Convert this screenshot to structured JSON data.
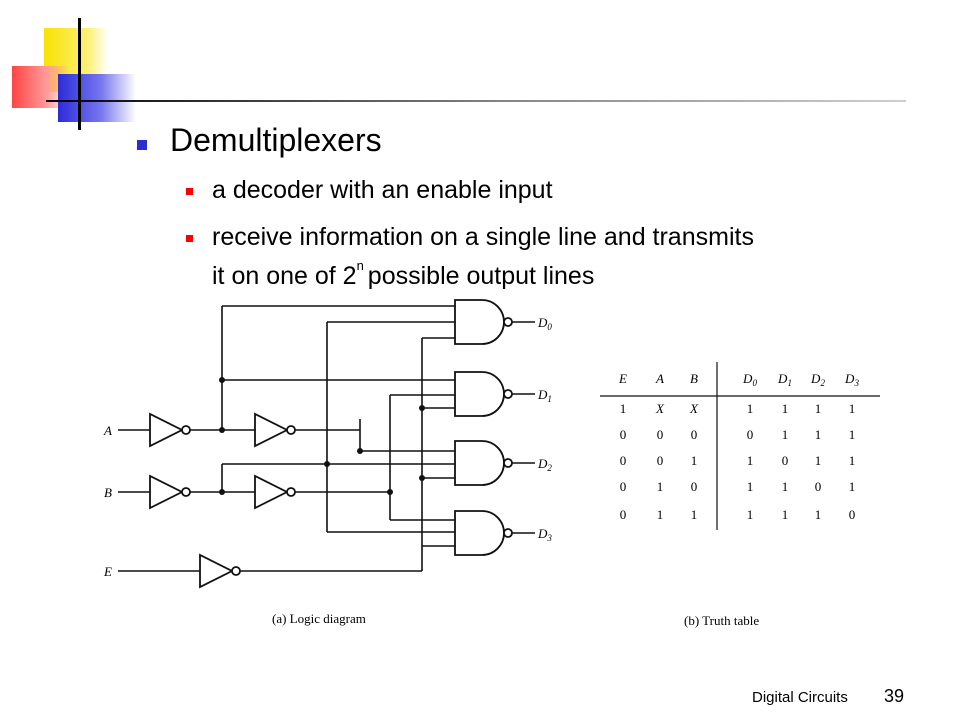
{
  "slide": {
    "title": "Demultiplexers",
    "bullets": [
      "a decoder with an enable input",
      "receive information on a single line and transmits",
      "it on one of 2",
      "n",
      "possible output lines"
    ]
  },
  "diagram": {
    "inputs": [
      "A",
      "B",
      "E"
    ],
    "outputs": [
      "D",
      "D",
      "D",
      "D"
    ],
    "output_subscripts": [
      "0",
      "1",
      "2",
      "3"
    ],
    "caption_a": "(a)  Logic diagram",
    "caption_b": "(b)  Truth table"
  },
  "truth_table": {
    "headers": [
      "E",
      "A",
      "B",
      "D0",
      "D1",
      "D2",
      "D3"
    ],
    "rows": [
      [
        "1",
        "X",
        "X",
        "1",
        "1",
        "1",
        "1"
      ],
      [
        "0",
        "0",
        "0",
        "0",
        "1",
        "1",
        "1"
      ],
      [
        "0",
        "0",
        "1",
        "1",
        "0",
        "1",
        "1"
      ],
      [
        "0",
        "1",
        "0",
        "1",
        "1",
        "0",
        "1"
      ],
      [
        "0",
        "1",
        "1",
        "1",
        "1",
        "1",
        "0"
      ]
    ]
  },
  "footer": {
    "course": "Digital Circuits",
    "page": "39"
  }
}
